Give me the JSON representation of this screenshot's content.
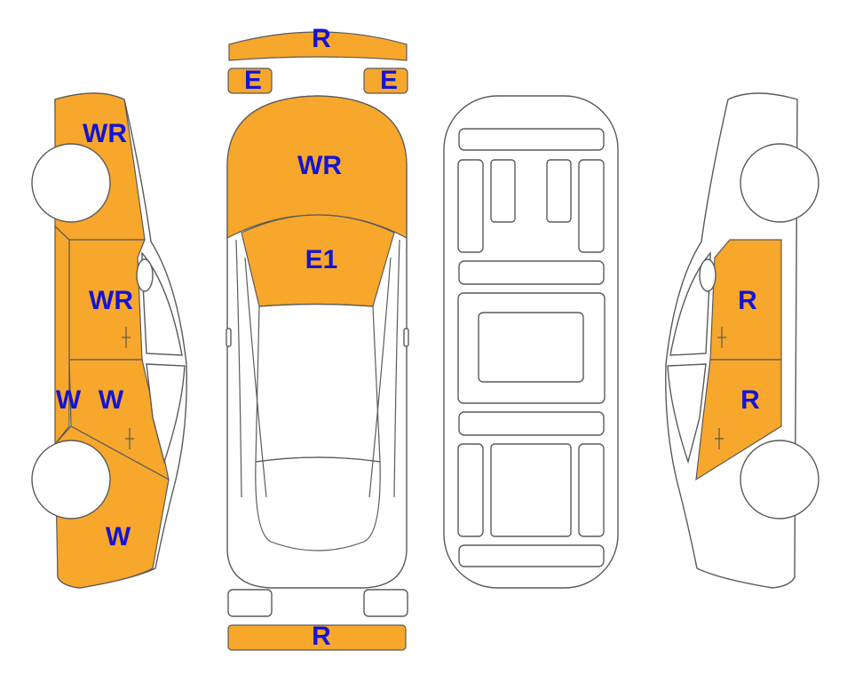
{
  "colors": {
    "damaged_fill": "#f7a72b",
    "code_text": "#1414d4",
    "outline": "#5a5a5a",
    "background": "#ffffff"
  },
  "labels": {
    "rear_bumper_top": "R",
    "rear_left_light": "E",
    "rear_right_light": "E",
    "hood": "WR",
    "windshield": "E1",
    "bumper_bottom": "R",
    "left_front_fender": "WR",
    "left_front_door": "WR",
    "left_rear_door": "W",
    "left_sill": "W",
    "left_rear_quarter": "W",
    "right_front_door": "R",
    "right_rear_door": "R"
  }
}
